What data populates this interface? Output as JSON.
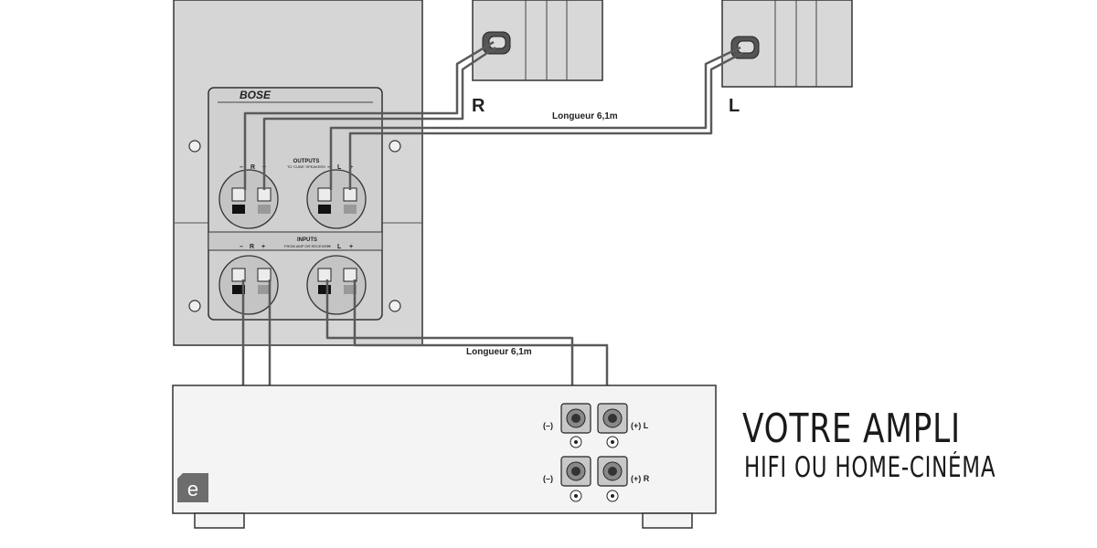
{
  "brand": {
    "logo_text": "BOSE"
  },
  "speakers": {
    "right_label": "R",
    "left_label": "L"
  },
  "cables": {
    "speaker_length": "Longueur 6,1m",
    "input_length": "Longueur 6,1m"
  },
  "panel": {
    "outputs_title": "OUTPUTS",
    "outputs_subtitle": "TO 'CUBE' SPEAKERS",
    "inputs_title": "INPUTS",
    "inputs_subtitle": "FROM AMP OR RECEIVER",
    "channel_r": "R",
    "channel_l": "L",
    "minus": "–",
    "plus": "+"
  },
  "amplifier": {
    "terminal_minus": "(–)",
    "terminal_plus_l": "(+) L",
    "terminal_plus_r": "(+) R"
  },
  "caption": {
    "line1": "VOTRE AMPLI",
    "line2": "HIFI OU HOME-CINÉMA"
  },
  "watermark": {
    "letter": "e"
  },
  "colors": {
    "panel_fill": "#d6d6d6",
    "line": "#333333",
    "cable": "#5a5a5a"
  }
}
